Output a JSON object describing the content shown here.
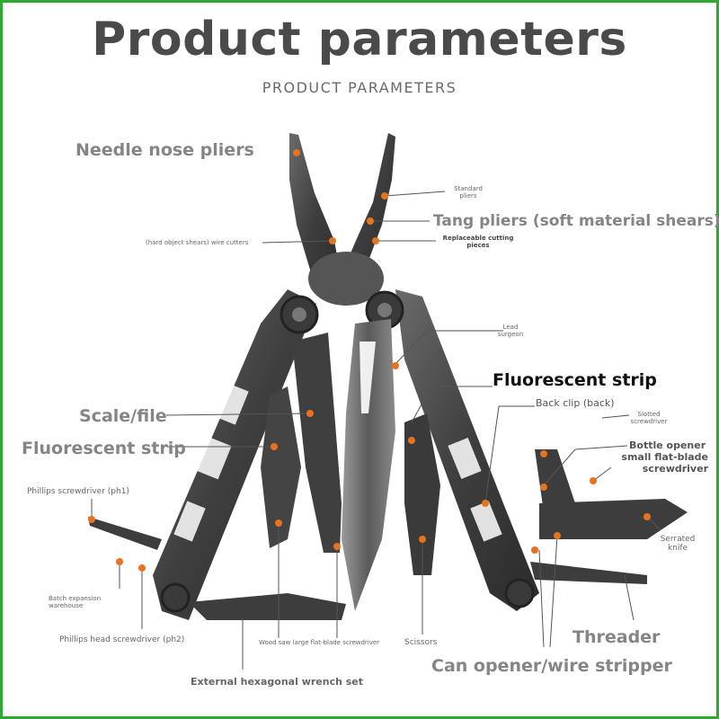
{
  "header": {
    "title": "Product parameters",
    "subtitle": "PRODUCT PARAMETERS"
  },
  "labels": {
    "needle_nose_pliers": "Needle nose pliers",
    "standard_pliers": "Standard pliers",
    "tang_pliers": "Tang pliers (soft material shears)",
    "replaceable_cutting_pieces": "Replaceable cutting pieces",
    "wire_cutters": "(hard object shears) wire cutters",
    "lead_surgeon": "Lead surgeon",
    "fluorescent_strip_right": "Fluorescent strip",
    "back_clip": "Back clip (back)",
    "slotted_screwdriver": "Slotted screwdriver",
    "bottle_opener": "Bottle opener",
    "small_flat_blade": "small flat-blade screwdriver",
    "serrated_knife": "Serrated knife",
    "scale_file": "Scale/file",
    "fluorescent_strip_left": "Fluorescent strip",
    "phillips_ph1": "Phillips screwdriver (ph1)",
    "batch_expansion": "Batch expansion warehouse",
    "phillips_ph2": "Phillips head screwdriver (ph2)",
    "wood_saw": "Wood saw large flat-blade screwdriver",
    "scissors": "Scissors",
    "threader": "Threader",
    "can_opener": "Can opener/wire stripper",
    "hex_wrench": "External hexagonal wrench set"
  },
  "colors": {
    "border": "#2fa82f",
    "dot": "#e8731f",
    "tool": "#4a4a4a"
  }
}
